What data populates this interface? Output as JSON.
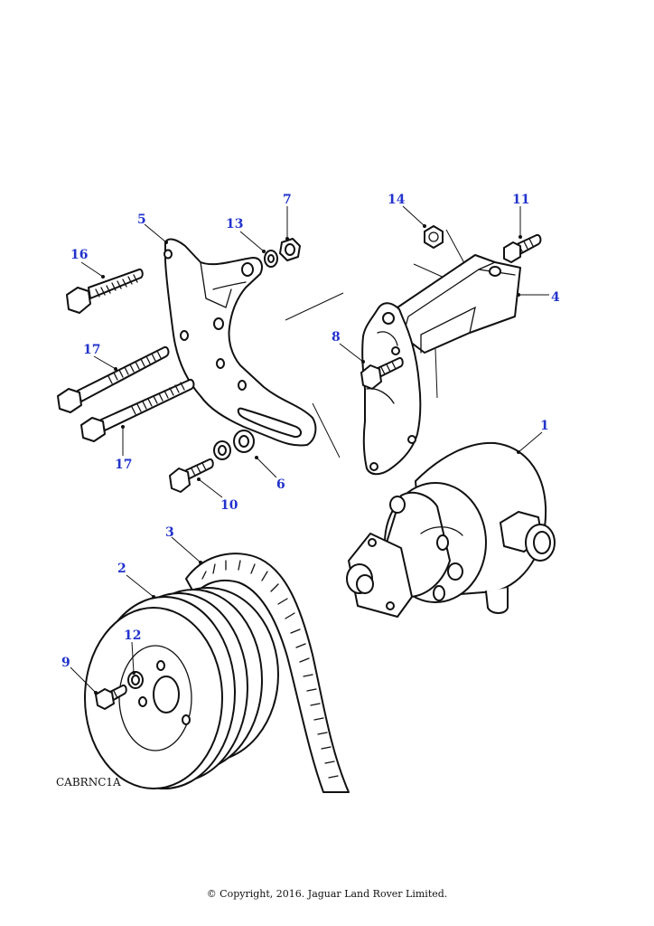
{
  "diagram": {
    "ref_code": "CABRNC1A",
    "copyright": "© Copyright, 2016. Jaguar Land Rover Limited.",
    "callouts": {
      "c1": "1",
      "c2": "2",
      "c3": "3",
      "c4": "4",
      "c5": "5",
      "c6": "6",
      "c7": "7",
      "c8": "8",
      "c9": "9",
      "c10": "10",
      "c11": "11",
      "c12": "12",
      "c13": "13",
      "c14": "14",
      "c16": "16",
      "c17a": "17",
      "c17b": "17"
    },
    "accent_color": "#2233cc"
  }
}
